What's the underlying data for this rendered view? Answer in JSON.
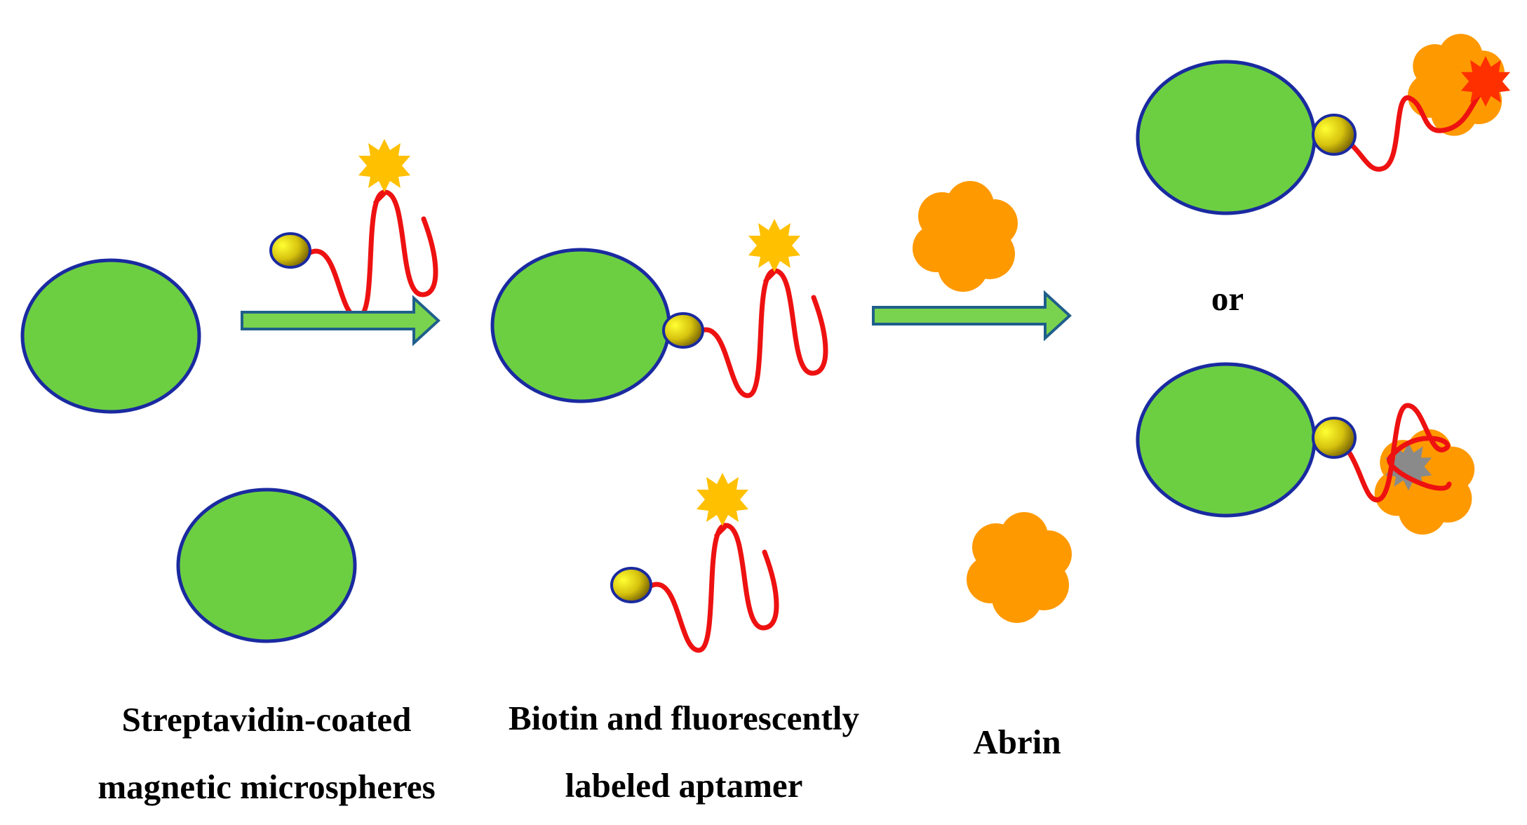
{
  "labels": {
    "microspheres_line1": "Streptavidin-coated",
    "microspheres_line2": "magnetic microspheres",
    "aptamer_line1": "Biotin and fluorescently",
    "aptamer_line2": "labeled aptamer",
    "abrin": "Abrin",
    "or": "or"
  },
  "colors": {
    "microsphere_fill": "#6ccf42",
    "outline": "#1a2aa0",
    "aptamer_strand": "#ee1111",
    "fluorophore": "#ffc000",
    "fluorophore_excited": "#ff3000",
    "fluorophore_quenched": "#8a8a8a",
    "abrin": "#ff9900",
    "arrow_fill": "#7ad34e",
    "arrow_stroke": "#1f5f8b"
  }
}
